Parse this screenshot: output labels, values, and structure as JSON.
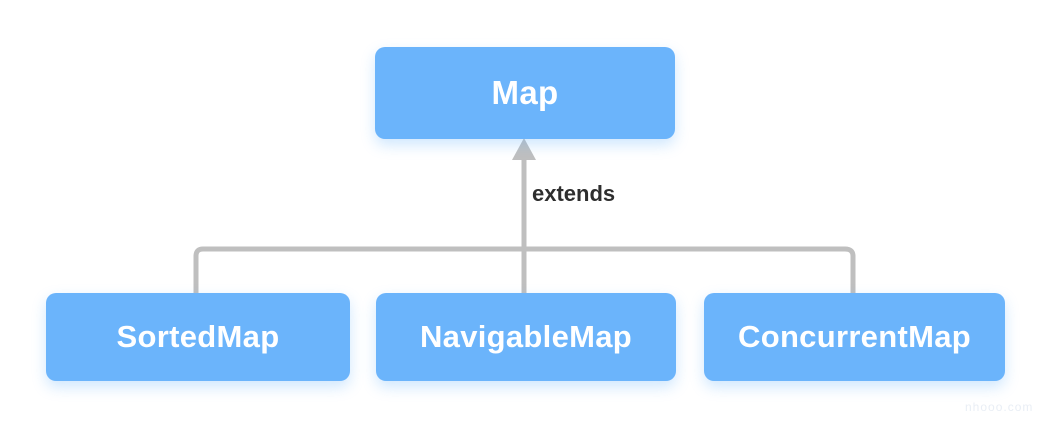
{
  "diagram": {
    "type": "class-hierarchy",
    "relationship_label": "extends",
    "arrow_direction": "up",
    "line_color": "#bfbfbf",
    "node_color": "#6BB4FB",
    "node_text_color": "#ffffff",
    "label_color": "#2e2e2e",
    "background": "#ffffff",
    "root": {
      "label": "Map"
    },
    "children": [
      {
        "label": "SortedMap"
      },
      {
        "label": "NavigableMap"
      },
      {
        "label": "ConcurrentMap"
      }
    ]
  },
  "watermark": {
    "text": "nhooo.com"
  }
}
